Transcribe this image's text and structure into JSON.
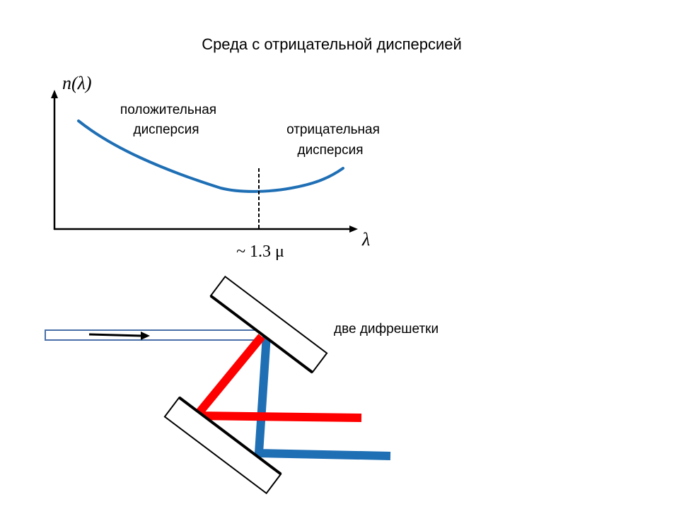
{
  "slide": {
    "title": "Среда с отрицательной дисперсией"
  },
  "graph": {
    "y_axis_label": "n(λ)",
    "x_axis_label": "λ",
    "x_marker_label": "~ 1.3 μ",
    "region_left_label_line1": "положительная",
    "region_left_label_line2": "дисперсия",
    "region_right_label_line1": "отрицательная",
    "region_right_label_line2": "дисперсия",
    "curve_color": "#1f6fb5"
  },
  "grating_setup": {
    "label": "две дифрешетки",
    "red_beam_color": "#ff0000",
    "blue_beam_color": "#1f6fb5",
    "input_beam_outline_color": "#4a6fa8"
  }
}
